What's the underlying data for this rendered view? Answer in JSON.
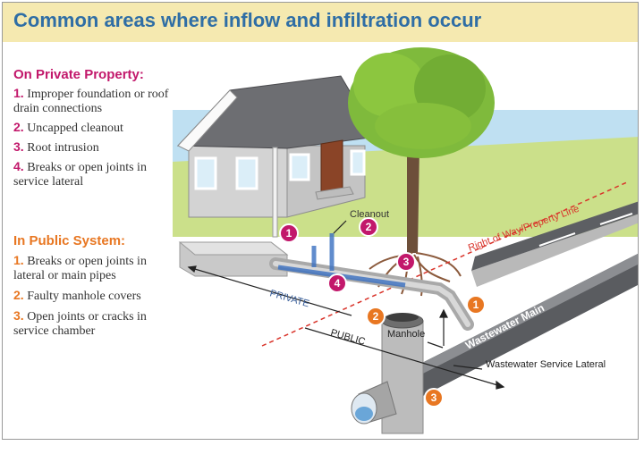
{
  "title": "Common areas where inflow and infiltration occur",
  "private_property": {
    "heading": "On Private Property:",
    "items": [
      {
        "num": "1.",
        "text": "Improper foundation or roof drain connections"
      },
      {
        "num": "2.",
        "text": "Uncapped cleanout"
      },
      {
        "num": "3.",
        "text": "Root intrusion"
      },
      {
        "num": "4.",
        "text": "Breaks or open joints in service lateral"
      }
    ]
  },
  "public_system": {
    "heading": "In Public System:",
    "items": [
      {
        "num": "1.",
        "text": "Breaks or open joints in lateral or main pipes"
      },
      {
        "num": "2.",
        "text": "Faulty manhole covers"
      },
      {
        "num": "3.",
        "text": "Open joints or cracks in service chamber"
      }
    ]
  },
  "diagram_labels": {
    "cleanout": "Cleanout",
    "property_line": "Right of Way/Property Line",
    "private": "PRIVATE",
    "public": "PUBLIC",
    "manhole": "Manhole",
    "wastewater_main": "Wastewater Main",
    "service_lateral": "Wastewater Service Lateral"
  },
  "markers": {
    "private": [
      "1",
      "2",
      "3",
      "4"
    ],
    "public": [
      "1",
      "2",
      "3"
    ]
  },
  "colors": {
    "title": "#2f6ea5",
    "private_accent": "#c2186b",
    "public_accent": "#e87722",
    "property_line": "#d9342b",
    "header_bg": "#f5e9b0"
  }
}
